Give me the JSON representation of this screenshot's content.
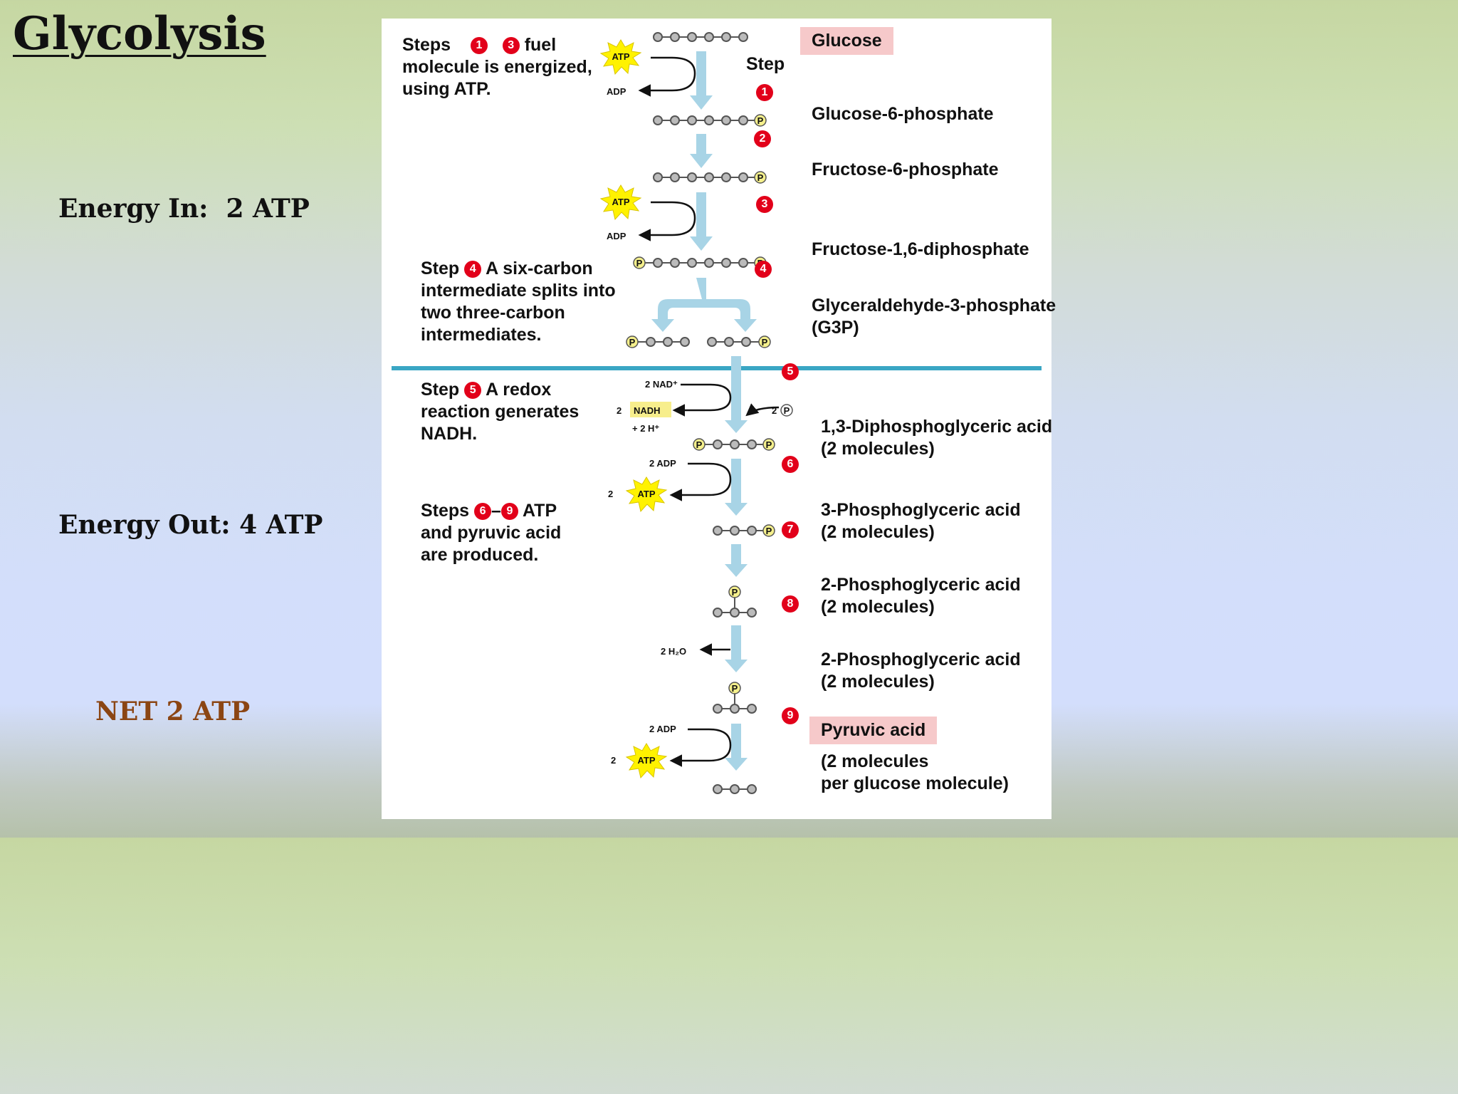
{
  "title": "Glycolysis",
  "energy_in": "Energy In:  2 ATP",
  "energy_out": "Energy Out: 4 ATP",
  "net": "NET 2 ATP",
  "step_header": "Step",
  "molecules": {
    "glucose": "Glucose",
    "g6p": "Glucose-6-phosphate",
    "f6p": "Fructose-6-phosphate",
    "f16dp": "Fructose-1,6-diphosphate",
    "g3p_1": "Glyceraldehyde-3-phosphate",
    "g3p_2": "(G3P)",
    "dpg_1": "1,3-Diphosphoglyceric acid",
    "dpg_2": "(2 molecules)",
    "pg3_1": "3-Phosphoglyceric acid",
    "pg3_2": "(2 molecules)",
    "pg2a_1": "2-Phosphoglyceric acid",
    "pg2a_2": "(2 molecules)",
    "pg2b_1": "2-Phosphoglyceric acid",
    "pg2b_2": "(2 molecules)",
    "pyruvic": "Pyruvic acid",
    "pyr_2": "(2 molecules",
    "pyr_3": "per glucose molecule)"
  },
  "notes": {
    "s13_a": "Steps",
    "s13_b": "fuel",
    "s13_c": "molecule is energized,",
    "s13_d": "using ATP.",
    "s4_a": "Step",
    "s4_b": "A six-carbon",
    "s4_c": "intermediate splits into",
    "s4_d": "two three-carbon",
    "s4_e": "intermediates.",
    "s5_a": "Step",
    "s5_b": "A redox",
    "s5_c": "reaction generates",
    "s5_d": "NADH.",
    "s69_a": "Steps",
    "s69_dash": "–",
    "s69_b": "ATP",
    "s69_c": "and pyruvic acid",
    "s69_d": "are produced."
  },
  "badges": {
    "b1": "1",
    "b2": "2",
    "b3": "3",
    "b4": "4",
    "b5": "5",
    "b6": "6",
    "b7": "7",
    "b8": "8",
    "b9": "9"
  },
  "labels": {
    "atp": "ATP",
    "adp": "ADP",
    "p": "P",
    "two": "2",
    "nadplus": "2 NAD⁺",
    "nadh": "NADH",
    "hplus": "+ 2 H⁺",
    "two_p": "2",
    "two_adp": "2 ADP",
    "water": "2 H₂O"
  },
  "colors": {
    "arrow": "#a8d4e6",
    "divider": "#3aa6c4",
    "badge": "#e2001a",
    "highlight": "#f6c9ca",
    "atp_star": "#fff200",
    "phosphate": "#f5f08c",
    "net": "#8b4513"
  }
}
